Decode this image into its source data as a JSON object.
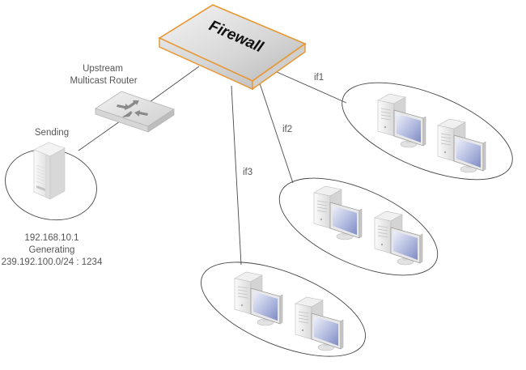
{
  "diagram": {
    "firewall": {
      "label": "Firewall",
      "border_color": "#e8952e"
    },
    "router": {
      "label_line1": "Upstream",
      "label_line2": "Multicast Router"
    },
    "sender": {
      "label": "Sending",
      "info_line1": "192.168.10.1",
      "info_line2": "Generating",
      "info_line3": "239.192.100.0/24 : 1234"
    },
    "interfaces": [
      {
        "name": "if1",
        "workstations": 2
      },
      {
        "name": "if2",
        "workstations": 2
      },
      {
        "name": "if3",
        "workstations": 2
      }
    ],
    "links": [
      {
        "from": "sender",
        "to": "router"
      },
      {
        "from": "router",
        "to": "firewall"
      },
      {
        "from": "firewall",
        "to": "if1-zone",
        "label": "if1"
      },
      {
        "from": "firewall",
        "to": "if2-zone",
        "label": "if2"
      },
      {
        "from": "firewall",
        "to": "if3-zone",
        "label": "if3"
      }
    ]
  }
}
